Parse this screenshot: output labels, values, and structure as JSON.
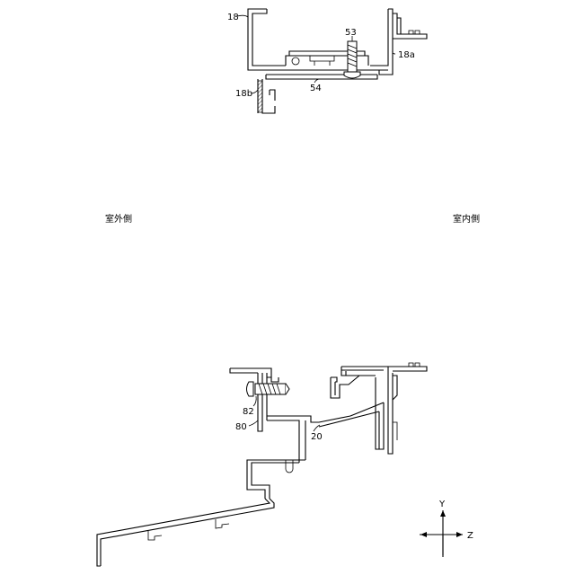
{
  "labels": {
    "top_frame": "18",
    "top_screw": "53",
    "top_frame_a": "18a",
    "top_part": "54",
    "top_frame_b": "18b",
    "outdoor_side": "室外側",
    "indoor_side": "室内側",
    "bottom_screw": "82",
    "bottom_part_80": "80",
    "bottom_part_20": "20",
    "axis_y": "Y",
    "axis_z": "Z"
  }
}
